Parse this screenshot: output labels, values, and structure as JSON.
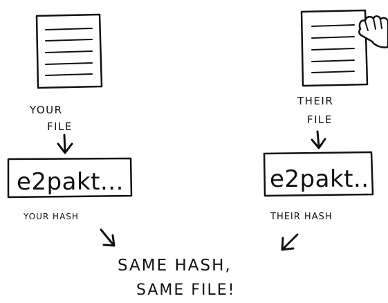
{
  "left": {
    "file_label_line1": "YOUR",
    "file_label_line2": "FILE",
    "hash_value": "e2pakt...",
    "hash_label": "YOUR HASH"
  },
  "right": {
    "file_label_line1": "THEIR",
    "file_label_line2": "FILE",
    "hash_value": "e2pakt..",
    "hash_label": "THEIR HASH"
  },
  "conclusion": {
    "line1": "SAME HASH,",
    "line2": "SAME FILE!"
  },
  "colors": {
    "ink": "#111111",
    "background": "#ffffff"
  },
  "icons": [
    "document-icon",
    "hand-icon",
    "arrow-down-icon",
    "arrow-diagonal-icon"
  ]
}
